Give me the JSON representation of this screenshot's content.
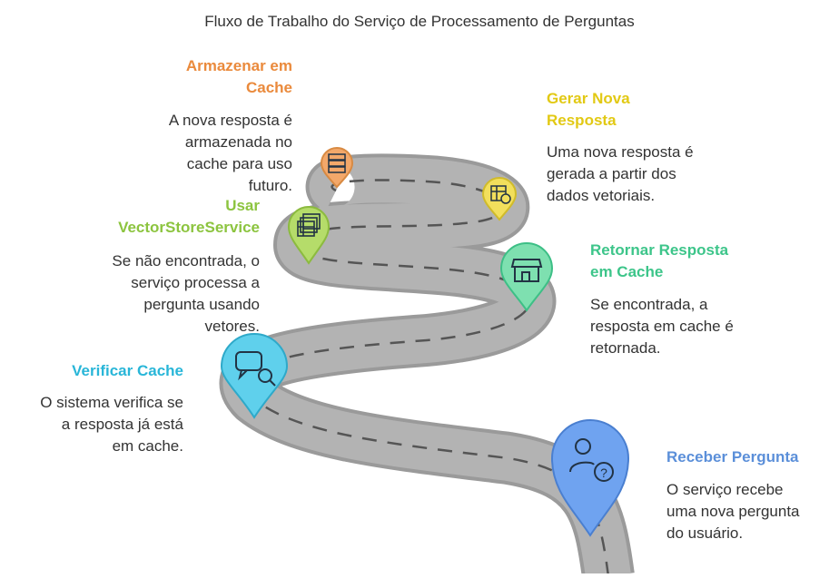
{
  "title": "Fluxo de Trabalho do Serviço de Processamento de Perguntas",
  "steps": [
    {
      "title_lines": [
        "Receber Pergunta"
      ],
      "desc_lines": [
        "O serviço recebe",
        "uma nova pergunta",
        "do usuário."
      ],
      "color": "#6fa3f0",
      "title_color": "#5b8fd9",
      "icon": "user-question-icon"
    },
    {
      "title_lines": [
        "Verificar Cache"
      ],
      "desc_lines": [
        "O sistema verifica se",
        "a resposta já está",
        "em cache."
      ],
      "color": "#5fd0ec",
      "title_color": "#29b6d8",
      "icon": "chat-search-icon"
    },
    {
      "title_lines": [
        "Retornar Resposta",
        "em Cache"
      ],
      "desc_lines": [
        "Se encontrada, a",
        "resposta em cache é",
        "retornada."
      ],
      "color": "#7ee0b0",
      "title_color": "#3dc58a",
      "icon": "storefront-icon"
    },
    {
      "title_lines": [
        "Usar",
        "VectorStoreService"
      ],
      "desc_lines": [
        "Se não encontrada, o",
        "serviço processa a",
        "pergunta usando",
        "vetores."
      ],
      "color": "#b5dc6a",
      "title_color": "#8cc43f",
      "icon": "stacked-tables-icon"
    },
    {
      "title_lines": [
        "Gerar Nova",
        "Resposta"
      ],
      "desc_lines": [
        "Uma nova resposta é",
        "gerada a partir dos",
        "dados vetoriais."
      ],
      "color": "#f2df5c",
      "title_color": "#e2c914",
      "icon": "table-settings-icon"
    },
    {
      "title_lines": [
        "Armazenar em",
        "Cache"
      ],
      "desc_lines": [
        "A nova resposta é",
        "armazenada no",
        "cache para uso",
        "futuro."
      ],
      "color": "#f3a86a",
      "title_color": "#ea8a3c",
      "icon": "server-icon"
    }
  ]
}
